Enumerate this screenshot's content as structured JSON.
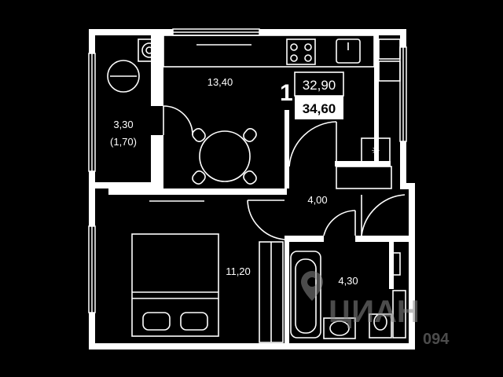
{
  "plan": {
    "rooms_count": "1",
    "living_area": "32,90",
    "total_area": "34,60",
    "rooms": {
      "kitchen": "13,40",
      "balcony": "3,30",
      "balcony_reduced": "(1,70)",
      "hall": "4,00",
      "bedroom": "11,20",
      "bathroom": "4,30"
    }
  },
  "watermark": {
    "brand": "ЦИАН",
    "id_fragment": "094"
  },
  "colors": {
    "background": "#000000",
    "walls": "#ffffff",
    "lines": "#ffffff"
  }
}
